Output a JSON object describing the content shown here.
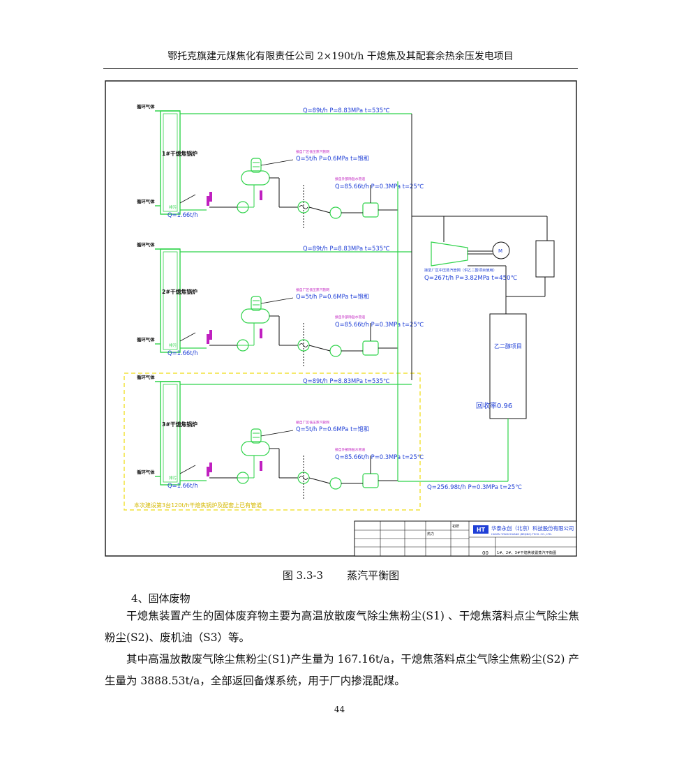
{
  "header": {
    "title": "鄂托克旗建元煤焦化有限责任公司 2×190t/h 干熄焦及其配套余热余压发电项目"
  },
  "diagram": {
    "boilers": [
      {
        "name": "1#干熄焦锅炉",
        "circ_gas_top": "循环气体",
        "circ_gas_bottom": "循环气体",
        "main_steam": "Q=89t/h P=8.83MPa t=535℃",
        "steam_low_label": "接自厂区低压蒸汽管网",
        "steam_low": "Q=5t/h P=0.6MPa t=饱和",
        "dearator_label": "接自外部除盐水管道",
        "feed_water": "Q=85.66t/h P=0.3MPa t=25℃",
        "blowdown": "Q=1.66t/h",
        "discharge": "排污"
      },
      {
        "name": "2#干熄焦锅炉",
        "circ_gas_top": "循环气体",
        "circ_gas_bottom": "循环气体",
        "main_steam": "Q=89t/h P=8.83MPa t=535℃",
        "steam_low_label": "接自厂区低压蒸汽管网",
        "steam_low": "Q=5t/h P=0.6MPa t=饱和",
        "dearator_label": "接自外部除盐水管道",
        "feed_water": "Q=85.66t/h P=0.3MPa t=25℃",
        "blowdown": "Q=1.66t/h",
        "discharge": "排污"
      },
      {
        "name": "3#干熄焦锅炉",
        "circ_gas_top": "循环气体",
        "circ_gas_bottom": "循环气体",
        "main_steam": "Q=89t/h P=8.83MPa t=535℃",
        "steam_low_label": "接自厂区低压蒸汽管网",
        "steam_low": "Q=5t/h P=0.6MPa t=饱和",
        "dearator_label": "接自外部除盐水管道",
        "feed_water": "Q=85.66t/h P=0.3MPa t=25℃",
        "blowdown": "Q=1.66t/h",
        "discharge": "排污"
      }
    ],
    "turbine_label": "接至厂区中压蒸汽管网（供乙二醇项目使用）",
    "turbine_flow": "Q=267t/h P=3.82MPa t=450℃",
    "generator": "M",
    "project_label": "乙二醇项目",
    "return_rate": "回收率0.96",
    "return_flow": "Q=256.98t/h P=0.3MPa t=25℃",
    "dashed_note": "本次建设第3台120t/h干熄焦锅炉及配套上已有管道",
    "title_block": {
      "company": "华泰永创（北京）科技股份有限公司",
      "company_en": "HUATAI YONGCHUANG (BEIJING) TECH. CO., LTD.",
      "logo": "HT",
      "discipline": "热力",
      "stage": "初研",
      "sheet_no": "00",
      "drawing_title": "1#、2#、3#干熄焦装置蒸汽平衡图"
    }
  },
  "caption": {
    "number": "图 3.3-3",
    "title": "蒸汽平衡图"
  },
  "section_heading": "4、固体废物",
  "paragraphs": [
    "干熄焦装置产生的固体废弃物主要为高温放散废气除尘焦粉尘(S1) 、干熄焦落料点尘气除尘焦粉尘(S2)、废机油（S3）等。",
    "其中高温放散废气除尘焦粉尘(S1)产生量为 167.16t/a，干熄焦落料点尘气除尘焦粉尘(S2) 产生量为 3888.53t/a，全部返回备煤系统，用于厂内掺混配煤。"
  ],
  "page_number": "44",
  "colors": {
    "green": "#2fd34a",
    "blue": "#1f3fd6",
    "magenta": "#c020c0",
    "black": "#111111",
    "yellow": "#f2e23a"
  }
}
